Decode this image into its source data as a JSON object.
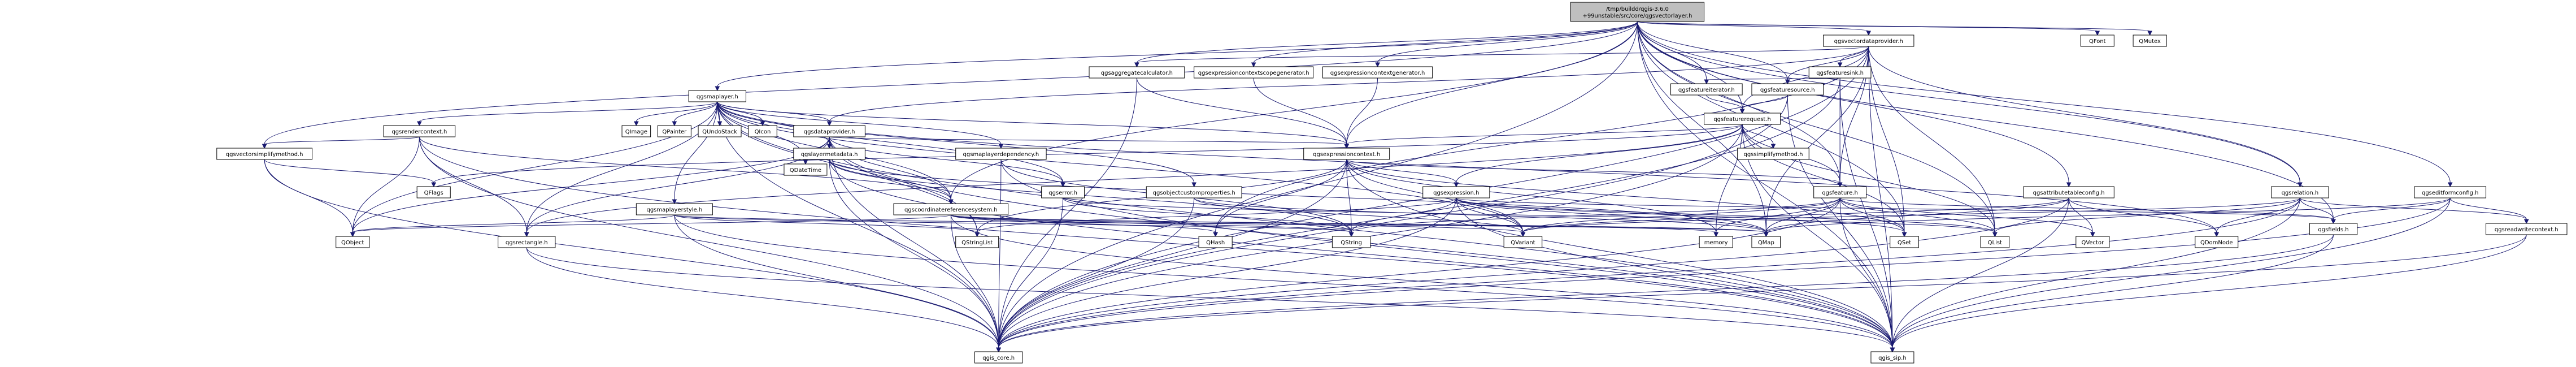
{
  "diagram": {
    "root": {
      "id": "root",
      "lines": [
        "/tmp/buildd/qgis-3.6.0",
        "+99unstable/src/core/qgsvectorlayer.h"
      ]
    },
    "nodes": [
      {
        "id": "vdp",
        "label": "qgsvectordataprovider.h",
        "kind": "doc"
      },
      {
        "id": "agg",
        "label": "qgsaggregatecalculator.h",
        "kind": "doc-ext"
      },
      {
        "id": "ecsg",
        "label": "qgsexpressioncontextscopegenerator.h",
        "kind": "doc"
      },
      {
        "id": "ecg",
        "label": "qgsexpressioncontextgenerator.h",
        "kind": "doc"
      },
      {
        "id": "fsink",
        "label": "qgsfeaturesink.h",
        "kind": "doc"
      },
      {
        "id": "fit",
        "label": "qgsfeatureiterator.h",
        "kind": "doc-ext"
      },
      {
        "id": "fsrc",
        "label": "qgsfeaturesource.h",
        "kind": "doc"
      },
      {
        "id": "freq",
        "label": "qgsfeaturerequest.h",
        "kind": "doc"
      },
      {
        "id": "ml",
        "label": "qgsmaplayer.h",
        "kind": "doc"
      },
      {
        "id": "rc",
        "label": "qgsrendercontext.h",
        "kind": "doc-ext"
      },
      {
        "id": "dp",
        "label": "qgsdataprovider.h",
        "kind": "doc-ext"
      },
      {
        "id": "ec",
        "label": "qgsexpressioncontext.h",
        "kind": "doc-ext"
      },
      {
        "id": "lm",
        "label": "qgslayermetadata.h",
        "kind": "doc-ext"
      },
      {
        "id": "mld",
        "label": "qgsmaplayerdependency.h",
        "kind": "doc"
      },
      {
        "id": "vsm",
        "label": "qgsvectorsimplifymethod.h",
        "kind": "doc"
      },
      {
        "id": "sm",
        "label": "qgssimplifymethod.h",
        "kind": "doc"
      },
      {
        "id": "err",
        "label": "qgserror.h",
        "kind": "doc"
      },
      {
        "id": "ocp",
        "label": "qgsobjectcustomproperties.h",
        "kind": "doc"
      },
      {
        "id": "exp",
        "label": "qgsexpression.h",
        "kind": "doc-ext"
      },
      {
        "id": "feat",
        "label": "qgsfeature.h",
        "kind": "doc-ext"
      },
      {
        "id": "crs",
        "label": "qgscoordinatereferencesystem.h",
        "kind": "doc-ext"
      },
      {
        "id": "mls",
        "label": "qgsmaplayerstyle.h",
        "kind": "doc-ext"
      },
      {
        "id": "rect",
        "label": "qgsrectangle.h",
        "kind": "doc-ext"
      },
      {
        "id": "atc",
        "label": "qgsattributetableconfig.h",
        "kind": "doc"
      },
      {
        "id": "rel",
        "label": "qgsrelation.h",
        "kind": "doc-ext"
      },
      {
        "id": "efc",
        "label": "qgseditformconfig.h",
        "kind": "doc-ext"
      },
      {
        "id": "fields",
        "label": "qgsfields.h",
        "kind": "doc-ext"
      },
      {
        "id": "rwc",
        "label": "qgsreadwritecontext.h",
        "kind": "doc-ext"
      },
      {
        "id": "core",
        "label": "qgis_core.h",
        "kind": "sys"
      },
      {
        "id": "sip",
        "label": "qgis_sip.h",
        "kind": "sys"
      },
      {
        "id": "qfont",
        "label": "QFont",
        "kind": "sys"
      },
      {
        "id": "qmutex",
        "label": "QMutex",
        "kind": "sys"
      },
      {
        "id": "qimage",
        "label": "QImage",
        "kind": "sys"
      },
      {
        "id": "qpainter",
        "label": "QPainter",
        "kind": "sys"
      },
      {
        "id": "qundo",
        "label": "QUndoStack",
        "kind": "sys"
      },
      {
        "id": "qicon",
        "label": "QIcon",
        "kind": "sys"
      },
      {
        "id": "qdatetime",
        "label": "QDateTime",
        "kind": "sys"
      },
      {
        "id": "qflags",
        "label": "QFlags",
        "kind": "sys"
      },
      {
        "id": "qobject",
        "label": "QObject",
        "kind": "sys"
      },
      {
        "id": "qsl",
        "label": "QStringList",
        "kind": "sys"
      },
      {
        "id": "qstring",
        "label": "QString",
        "kind": "sys"
      },
      {
        "id": "qhash",
        "label": "QHash",
        "kind": "sys"
      },
      {
        "id": "qvariant",
        "label": "QVariant",
        "kind": "sys"
      },
      {
        "id": "memory",
        "label": "memory",
        "kind": "sys"
      },
      {
        "id": "qmap",
        "label": "QMap",
        "kind": "sys"
      },
      {
        "id": "qset",
        "label": "QSet",
        "kind": "sys"
      },
      {
        "id": "qlist",
        "label": "QList",
        "kind": "sys"
      },
      {
        "id": "qvector",
        "label": "QVector",
        "kind": "sys"
      },
      {
        "id": "qdom",
        "label": "QDomNode",
        "kind": "sys"
      }
    ],
    "edges": [
      [
        "root",
        "vdp"
      ],
      [
        "root",
        "agg"
      ],
      [
        "root",
        "ecsg"
      ],
      [
        "root",
        "ecg"
      ],
      [
        "root",
        "fit"
      ],
      [
        "root",
        "fsrc"
      ],
      [
        "root",
        "freq"
      ],
      [
        "root",
        "ml"
      ],
      [
        "root",
        "vsm"
      ],
      [
        "root",
        "feat"
      ],
      [
        "root",
        "atc"
      ],
      [
        "root",
        "rel"
      ],
      [
        "root",
        "efc"
      ],
      [
        "root",
        "core"
      ],
      [
        "root",
        "sip"
      ],
      [
        "root",
        "qfont"
      ],
      [
        "root",
        "qmutex"
      ],
      [
        "root",
        "qmap"
      ],
      [
        "root",
        "qset"
      ],
      [
        "root",
        "qlist"
      ],
      [
        "root",
        "fields"
      ],
      [
        "root",
        "ec"
      ],
      [
        "root",
        "crs"
      ],
      [
        "vdp",
        "agg"
      ],
      [
        "vdp",
        "fsink"
      ],
      [
        "vdp",
        "fsrc"
      ],
      [
        "vdp",
        "freq"
      ],
      [
        "vdp",
        "dp"
      ],
      [
        "vdp",
        "feat"
      ],
      [
        "vdp",
        "rel"
      ],
      [
        "vdp",
        "core"
      ],
      [
        "vdp",
        "sip"
      ],
      [
        "vdp",
        "qmap"
      ],
      [
        "vdp",
        "qset"
      ],
      [
        "vdp",
        "qlist"
      ],
      [
        "vdp",
        "qhash"
      ],
      [
        "agg",
        "core"
      ],
      [
        "agg",
        "ec"
      ],
      [
        "ecsg",
        "ec"
      ],
      [
        "ecg",
        "ec"
      ],
      [
        "fsink",
        "fit"
      ],
      [
        "fsink",
        "feat"
      ],
      [
        "fsink",
        "core"
      ],
      [
        "fsink",
        "sip"
      ],
      [
        "fit",
        "freq"
      ],
      [
        "fsrc",
        "freq"
      ],
      [
        "fsrc",
        "core"
      ],
      [
        "fsrc",
        "sip"
      ],
      [
        "freq",
        "ec"
      ],
      [
        "freq",
        "sm"
      ],
      [
        "freq",
        "exp"
      ],
      [
        "freq",
        "feat"
      ],
      [
        "freq",
        "rect"
      ],
      [
        "freq",
        "core"
      ],
      [
        "freq",
        "sip"
      ],
      [
        "freq",
        "qflags"
      ],
      [
        "freq",
        "qlist"
      ],
      [
        "freq",
        "memory"
      ],
      [
        "freq",
        "qset"
      ],
      [
        "ml",
        "rc"
      ],
      [
        "ml",
        "dp"
      ],
      [
        "ml",
        "lm"
      ],
      [
        "ml",
        "mld"
      ],
      [
        "ml",
        "err"
      ],
      [
        "ml",
        "ocp"
      ],
      [
        "ml",
        "mls"
      ],
      [
        "ml",
        "rect"
      ],
      [
        "ml",
        "crs"
      ],
      [
        "ml",
        "core"
      ],
      [
        "ml",
        "sip"
      ],
      [
        "ml",
        "qimage"
      ],
      [
        "ml",
        "qpainter"
      ],
      [
        "ml",
        "qundo"
      ],
      [
        "ml",
        "qicon"
      ],
      [
        "ml",
        "qdatetime"
      ],
      [
        "ml",
        "qobject"
      ],
      [
        "ml",
        "qsl"
      ],
      [
        "ml",
        "qvariant"
      ],
      [
        "ml",
        "ec"
      ],
      [
        "ml",
        "qdom"
      ],
      [
        "rc",
        "vsm"
      ],
      [
        "rc",
        "crs"
      ],
      [
        "rc",
        "rect"
      ],
      [
        "rc",
        "core"
      ],
      [
        "rc",
        "sip"
      ],
      [
        "rc",
        "qobject"
      ],
      [
        "dp",
        "qdatetime"
      ],
      [
        "dp",
        "lm"
      ],
      [
        "dp",
        "ec"
      ],
      [
        "dp",
        "crs"
      ],
      [
        "dp",
        "core"
      ],
      [
        "dp",
        "sip"
      ],
      [
        "dp",
        "qobject"
      ],
      [
        "dp",
        "qsl"
      ],
      [
        "dp",
        "rect"
      ],
      [
        "dp",
        "err"
      ],
      [
        "ec",
        "exp"
      ],
      [
        "ec",
        "feat"
      ],
      [
        "ec",
        "core"
      ],
      [
        "ec",
        "sip"
      ],
      [
        "ec",
        "qstring"
      ],
      [
        "ec",
        "qvariant"
      ],
      [
        "ec",
        "qhash"
      ],
      [
        "ec",
        "qset"
      ],
      [
        "ec",
        "qsl"
      ],
      [
        "ec",
        "memory"
      ],
      [
        "lm",
        "crs"
      ],
      [
        "lm",
        "core"
      ],
      [
        "lm",
        "sip"
      ],
      [
        "lm",
        "qmap"
      ],
      [
        "lm",
        "qstring"
      ],
      [
        "mld",
        "core"
      ],
      [
        "mld",
        "sip"
      ],
      [
        "mld",
        "qstring"
      ],
      [
        "vsm",
        "core"
      ],
      [
        "vsm",
        "qflags"
      ],
      [
        "vsm",
        "qobject"
      ],
      [
        "err",
        "core"
      ],
      [
        "err",
        "qstring"
      ],
      [
        "err",
        "qlist"
      ],
      [
        "ocp",
        "core"
      ],
      [
        "ocp",
        "qmap"
      ],
      [
        "ocp",
        "qvariant"
      ],
      [
        "exp",
        "core"
      ],
      [
        "exp",
        "sip"
      ],
      [
        "exp",
        "qstring"
      ],
      [
        "exp",
        "qsl"
      ],
      [
        "exp",
        "qvariant"
      ],
      [
        "exp",
        "qmap"
      ],
      [
        "exp",
        "qset"
      ],
      [
        "exp",
        "qlist"
      ],
      [
        "exp",
        "fields"
      ],
      [
        "feat",
        "core"
      ],
      [
        "feat",
        "sip"
      ],
      [
        "feat",
        "qvariant"
      ],
      [
        "feat",
        "qmap"
      ],
      [
        "feat",
        "qset"
      ],
      [
        "feat",
        "qlist"
      ],
      [
        "feat",
        "qvector"
      ],
      [
        "feat",
        "memory"
      ],
      [
        "feat",
        "fields"
      ],
      [
        "feat",
        "qstring"
      ],
      [
        "crs",
        "core"
      ],
      [
        "crs",
        "sip"
      ],
      [
        "crs",
        "qstring"
      ],
      [
        "crs",
        "qmap"
      ],
      [
        "crs",
        "qhash"
      ],
      [
        "crs",
        "qobject"
      ],
      [
        "crs",
        "qvariant"
      ],
      [
        "crs",
        "memory"
      ],
      [
        "mls",
        "core"
      ],
      [
        "mls",
        "sip"
      ],
      [
        "mls",
        "qstring"
      ],
      [
        "mls",
        "qsl"
      ],
      [
        "mls",
        "qmap"
      ],
      [
        "mls",
        "qobject"
      ],
      [
        "rect",
        "core"
      ],
      [
        "rect",
        "sip"
      ],
      [
        "atc",
        "core"
      ],
      [
        "atc",
        "sip"
      ],
      [
        "atc",
        "qvariant"
      ],
      [
        "atc",
        "qvector"
      ],
      [
        "atc",
        "qdom"
      ],
      [
        "atc",
        "qmap"
      ],
      [
        "rel",
        "core"
      ],
      [
        "rel",
        "sip"
      ],
      [
        "rel",
        "fields"
      ],
      [
        "rel",
        "rwc"
      ],
      [
        "rel",
        "qlist"
      ],
      [
        "rel",
        "qdom"
      ],
      [
        "rel",
        "qvariant"
      ],
      [
        "efc",
        "core"
      ],
      [
        "efc",
        "sip"
      ],
      [
        "efc",
        "rwc"
      ],
      [
        "efc",
        "fields"
      ],
      [
        "efc",
        "qmap"
      ],
      [
        "fields",
        "core"
      ],
      [
        "fields",
        "sip"
      ],
      [
        "rwc",
        "core"
      ],
      [
        "rwc",
        "sip"
      ]
    ]
  },
  "colors": {
    "root_fill": "#bfbfbf",
    "doc_fill": "#ffffff",
    "doc_border": "#000000",
    "doc_ext_border": "#ff0000",
    "sys_fill": "#ffffff",
    "sys_border": "#bfbfbf",
    "edge": "#191970"
  }
}
